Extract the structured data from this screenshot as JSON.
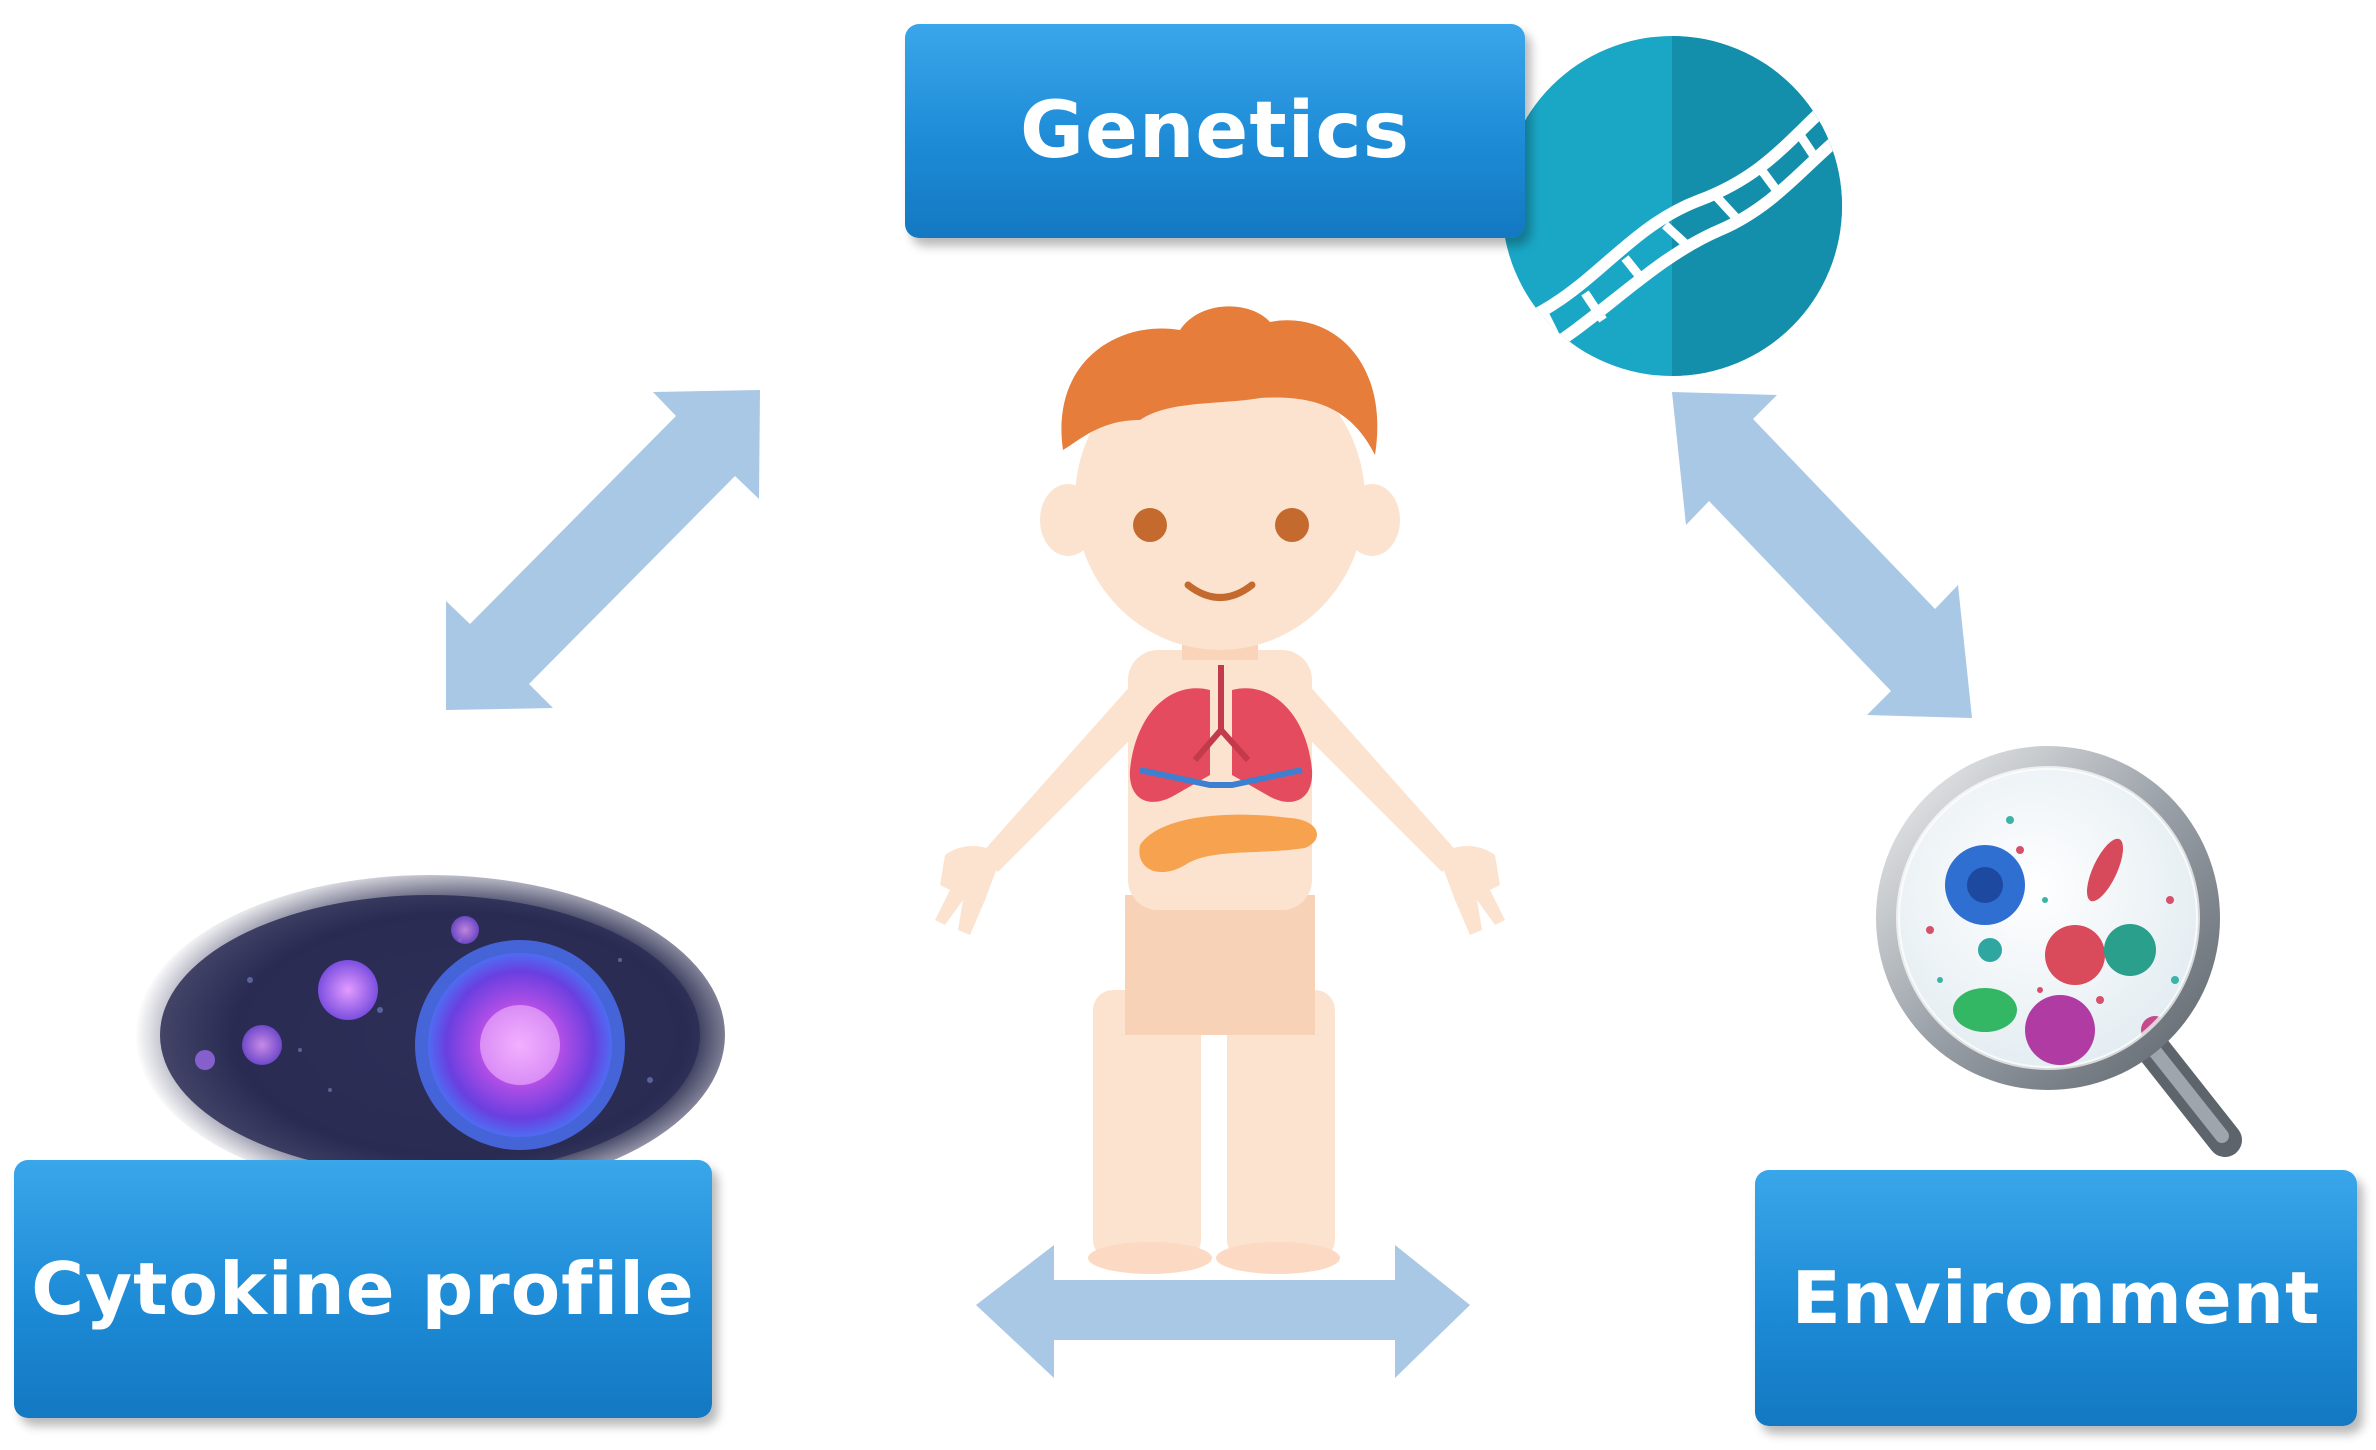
{
  "nodes": {
    "genetics": {
      "label": "Genetics",
      "icon": "dna-icon"
    },
    "cytokine": {
      "label": "Cytokine profile",
      "icon": "cell-microscopy-icon"
    },
    "environment": {
      "label": "Environment",
      "icon": "magnifier-microbes-icon"
    }
  },
  "center": {
    "icon": "child-anatomy-icon"
  },
  "arrows": [
    "double-arrow-genetics-cytokine",
    "double-arrow-genetics-environment",
    "double-arrow-cytokine-environment"
  ],
  "colors": {
    "box_blue": "#1d8bd6",
    "arrow_blue": "#a9c8e6",
    "dna_teal": "#17a8c4",
    "skin": "#fce3cf",
    "hair": "#e67d3a"
  }
}
